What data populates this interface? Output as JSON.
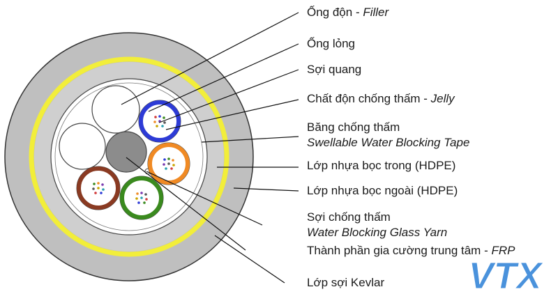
{
  "labels": [
    {
      "id": "filler",
      "main": "Ống độn - ",
      "italic": "Filler"
    },
    {
      "id": "loose-tube",
      "main": "Ống lỏng",
      "italic": ""
    },
    {
      "id": "fiber",
      "main": "Sợi quang",
      "italic": ""
    },
    {
      "id": "jelly",
      "main": "Chất độn chống thấm - ",
      "italic": "Jelly"
    },
    {
      "id": "tape-vi",
      "main": "Băng chống thấm",
      "italic": ""
    },
    {
      "id": "tape-en",
      "main": "",
      "italic": "Swellable Water Blocking Tape"
    },
    {
      "id": "inner-sheath",
      "main": "Lớp nhựa bọc trong (HDPE)",
      "italic": ""
    },
    {
      "id": "outer-sheath",
      "main": "Lớp nhựa bọc ngoài (HDPE)",
      "italic": ""
    },
    {
      "id": "yarn-vi",
      "main": "Sợi chống thấm",
      "italic": ""
    },
    {
      "id": "yarn-en",
      "main": "",
      "italic": "Water Blocking Glass Yarn"
    },
    {
      "id": "frp",
      "main": "Thành phần gia cường trung tâm - ",
      "italic": "FRP"
    },
    {
      "id": "kevlar",
      "main": "Lớp sợi Kevlar",
      "italic": ""
    }
  ],
  "logo": {
    "text": "VTX"
  },
  "colors": {
    "outer_sheath": "#bfbfbf",
    "kevlar": "#f2ee3a",
    "inner_sheath": "#cfcfcf",
    "tube_blue": "#2d3bd6",
    "tube_orange": "#f08a24",
    "tube_brown": "#8a3a22",
    "tube_green": "#3a8a1e",
    "frp": "#8c8c8c",
    "logo": "#2a7fd6"
  }
}
